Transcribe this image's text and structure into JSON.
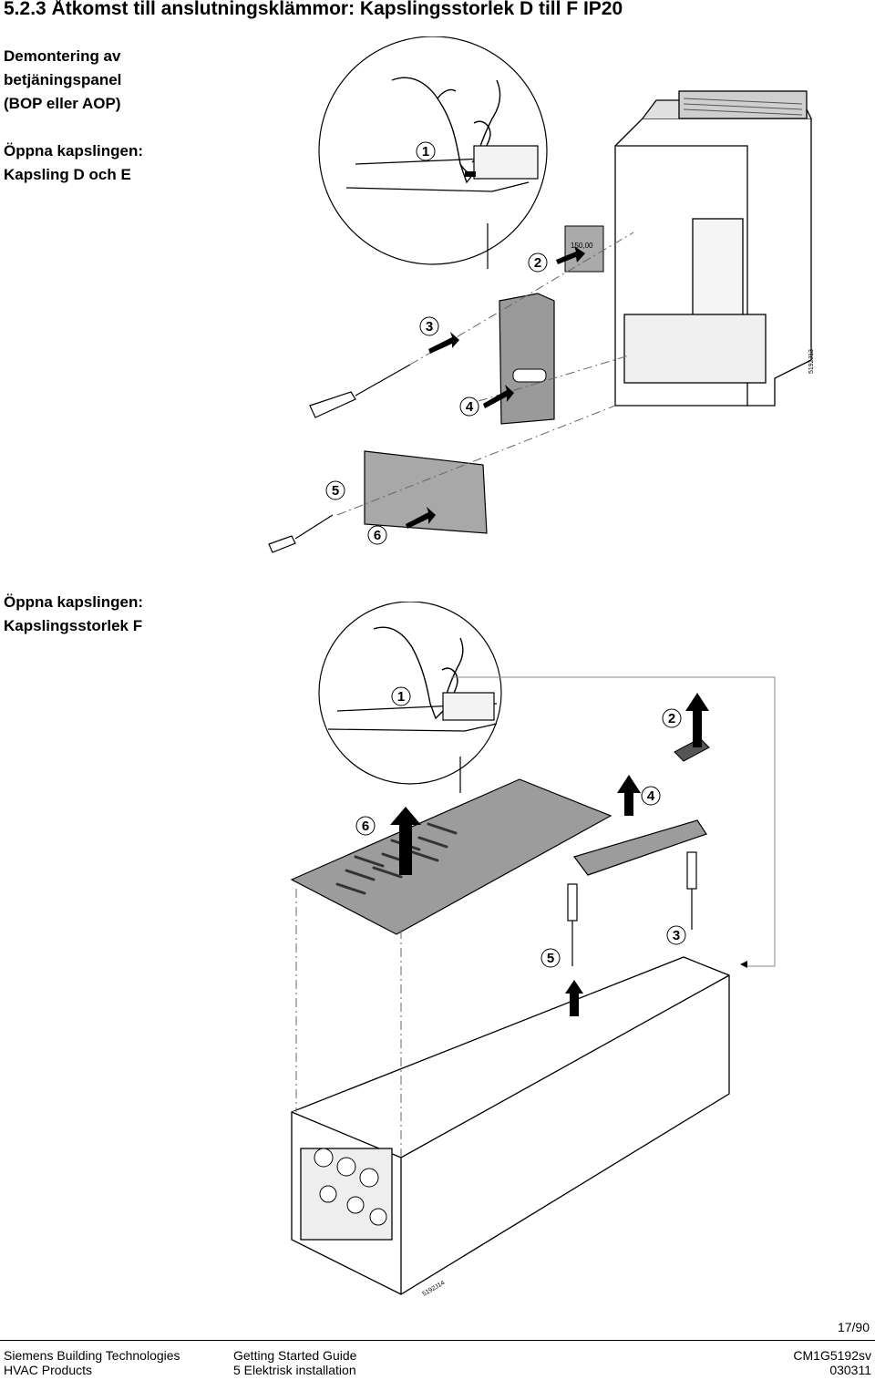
{
  "heading": "5.2.3  Åtkomst till anslutningsklämmor: Kapslingsstorlek D till F IP20",
  "section1": {
    "label_lines": [
      "Demontering av",
      "betjäningspanel",
      "(BOP eller AOP)"
    ],
    "sub_lines": [
      "Öppna kapslingen:",
      "Kapsling D och E"
    ],
    "step_numbers": [
      "1",
      "2",
      "3",
      "4",
      "5",
      "6"
    ],
    "display_text": "150,00",
    "figure_code": "5192J13"
  },
  "section2": {
    "sub_lines": [
      "Öppna kapslingen:",
      "Kapslingsstorlek F"
    ],
    "step_numbers": [
      "1",
      "2",
      "4",
      "6",
      "3",
      "5"
    ],
    "figure_code": "5192J14"
  },
  "page_number": "17/90",
  "footer": {
    "left_line1": "Siemens Building Technologies",
    "left_line2": "HVAC Products",
    "middle_line1": "Getting Started Guide",
    "middle_line2": "5 Elektrisk installation",
    "right_line1": "CM1G5192sv",
    "right_line2": "030311"
  }
}
